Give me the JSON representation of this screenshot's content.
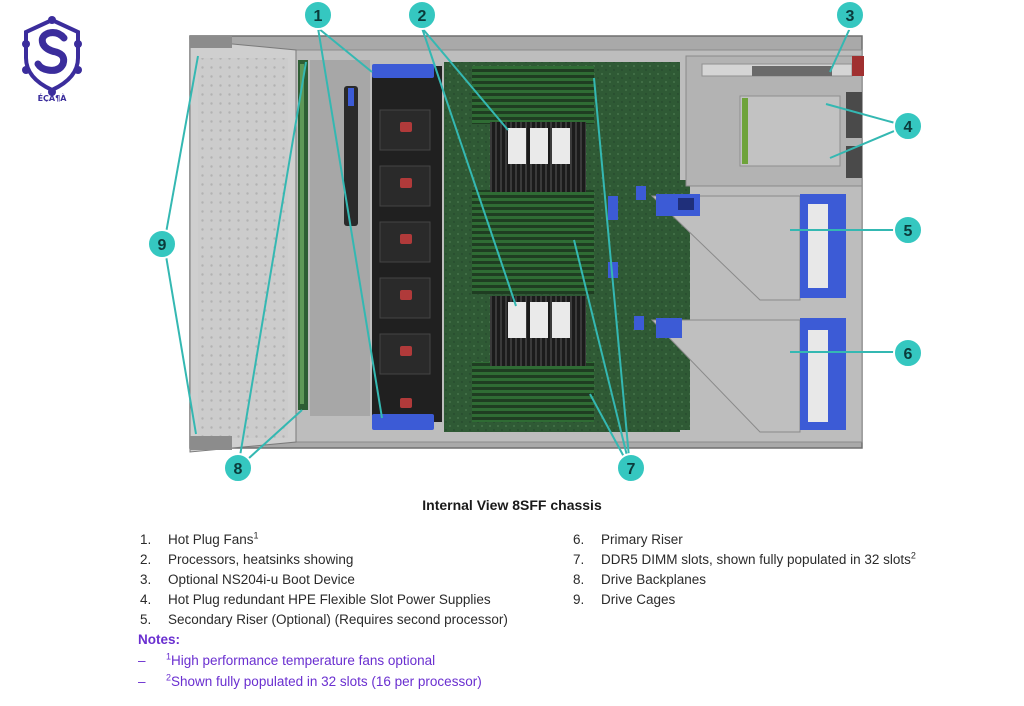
{
  "logo": {
    "text": "ÉÇÀ¶À"
  },
  "callouts": [
    "1",
    "2",
    "3",
    "4",
    "5",
    "6",
    "7",
    "8",
    "9"
  ],
  "figure_title": "Internal View 8SFF chassis",
  "legend": {
    "left": [
      {
        "num": "1.",
        "text": "Hot Plug Fans",
        "sup": "1"
      },
      {
        "num": "2.",
        "text": "Processors, heatsinks showing",
        "sup": ""
      },
      {
        "num": "3.",
        "text": "Optional NS204i-u Boot Device",
        "sup": ""
      },
      {
        "num": "4.",
        "text": "Hot Plug redundant HPE Flexible Slot Power Supplies",
        "sup": ""
      },
      {
        "num": "5.",
        "text": "Secondary Riser (Optional) (Requires second processor)",
        "sup": ""
      }
    ],
    "right": [
      {
        "num": "6.",
        "text": "Primary Riser",
        "sup": ""
      },
      {
        "num": "7.",
        "text": "DDR5 DIMM slots, shown fully populated in 32 slots",
        "sup": "2"
      },
      {
        "num": "8.",
        "text": "Drive Backplanes",
        "sup": ""
      },
      {
        "num": "9.",
        "text": "Drive Cages",
        "sup": ""
      }
    ]
  },
  "notes": {
    "heading": "Notes:",
    "items": [
      {
        "dash": "–",
        "sup": "1",
        "text": "High performance temperature fans optional"
      },
      {
        "dash": "–",
        "sup": "2",
        "text": "Shown fully populated in 32 slots (16 per processor)"
      }
    ]
  },
  "colors": {
    "callout_fill": "#35c7c0",
    "callout_line": "#34b8b2",
    "notes_text": "#6a2fd0",
    "board_green": "#2f5a35",
    "logo_blue": "#3b2d9c",
    "hpe_blue": "#3c5bd6"
  }
}
